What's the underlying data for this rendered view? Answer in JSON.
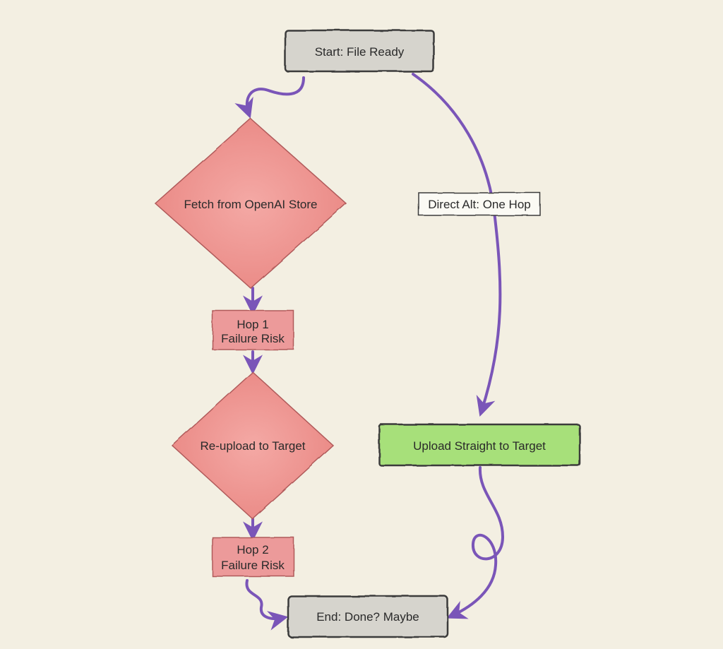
{
  "diagram": {
    "colors": {
      "background": "#f3efe2",
      "neutral_fill": "#d6d4cd",
      "risk_fill": "#ec8f8f",
      "success_fill": "#a7e07a",
      "arrow": "#7a55b8",
      "outline": "#3b3b3b"
    },
    "nodes": {
      "start": {
        "label": "Start: File Ready"
      },
      "fetch": {
        "label": "Fetch from OpenAI Store"
      },
      "hop1": {
        "line1": "Hop 1",
        "line2": "Failure Risk"
      },
      "reupload": {
        "label": "Re-upload to Target"
      },
      "hop2": {
        "line1": "Hop 2",
        "line2": "Failure Risk"
      },
      "upload": {
        "label": "Upload Straight to Target"
      },
      "end": {
        "label": "End: Done? Maybe"
      }
    },
    "edge_labels": {
      "direct": "Direct Alt: One Hop"
    }
  }
}
